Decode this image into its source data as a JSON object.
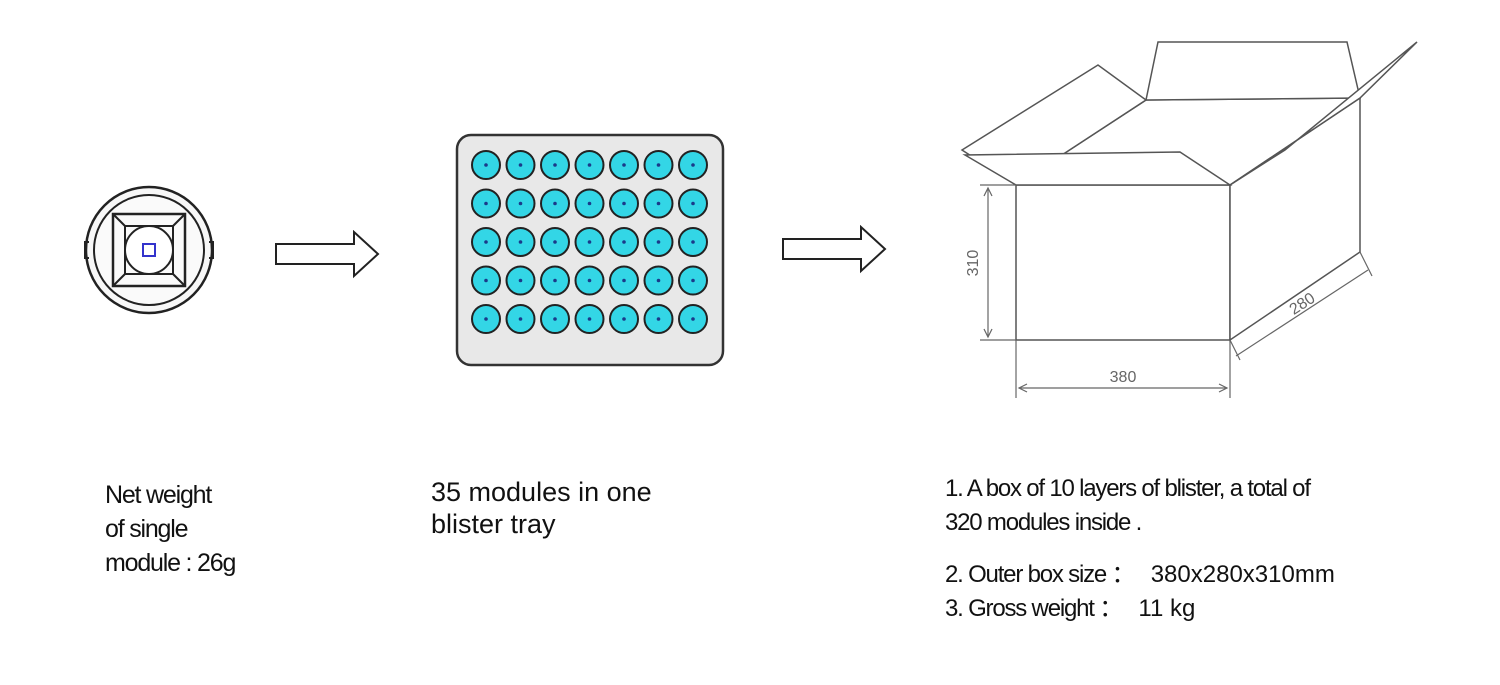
{
  "module": {
    "caption_lines": [
      "Net weight",
      "of single",
      "module : 26g"
    ]
  },
  "tray": {
    "caption_lines": [
      "35 modules in one",
      "blister tray"
    ],
    "rows": 5,
    "cols": 7,
    "colors": {
      "cell_fill": "#33d6e6",
      "cell_stroke": "#222222",
      "tray_fill": "#e8e8e8"
    }
  },
  "box": {
    "line1": "1. A box of 10 layers of blister, a total of",
    "line2": "320 modules inside .",
    "size_label": "2. Outer box size ：",
    "size_value": "380x280x310mm",
    "weight_label": "3. Gross weight ：",
    "weight_value": "11 kg",
    "dim_height": "310",
    "dim_depth": "280",
    "dim_width": "380"
  }
}
